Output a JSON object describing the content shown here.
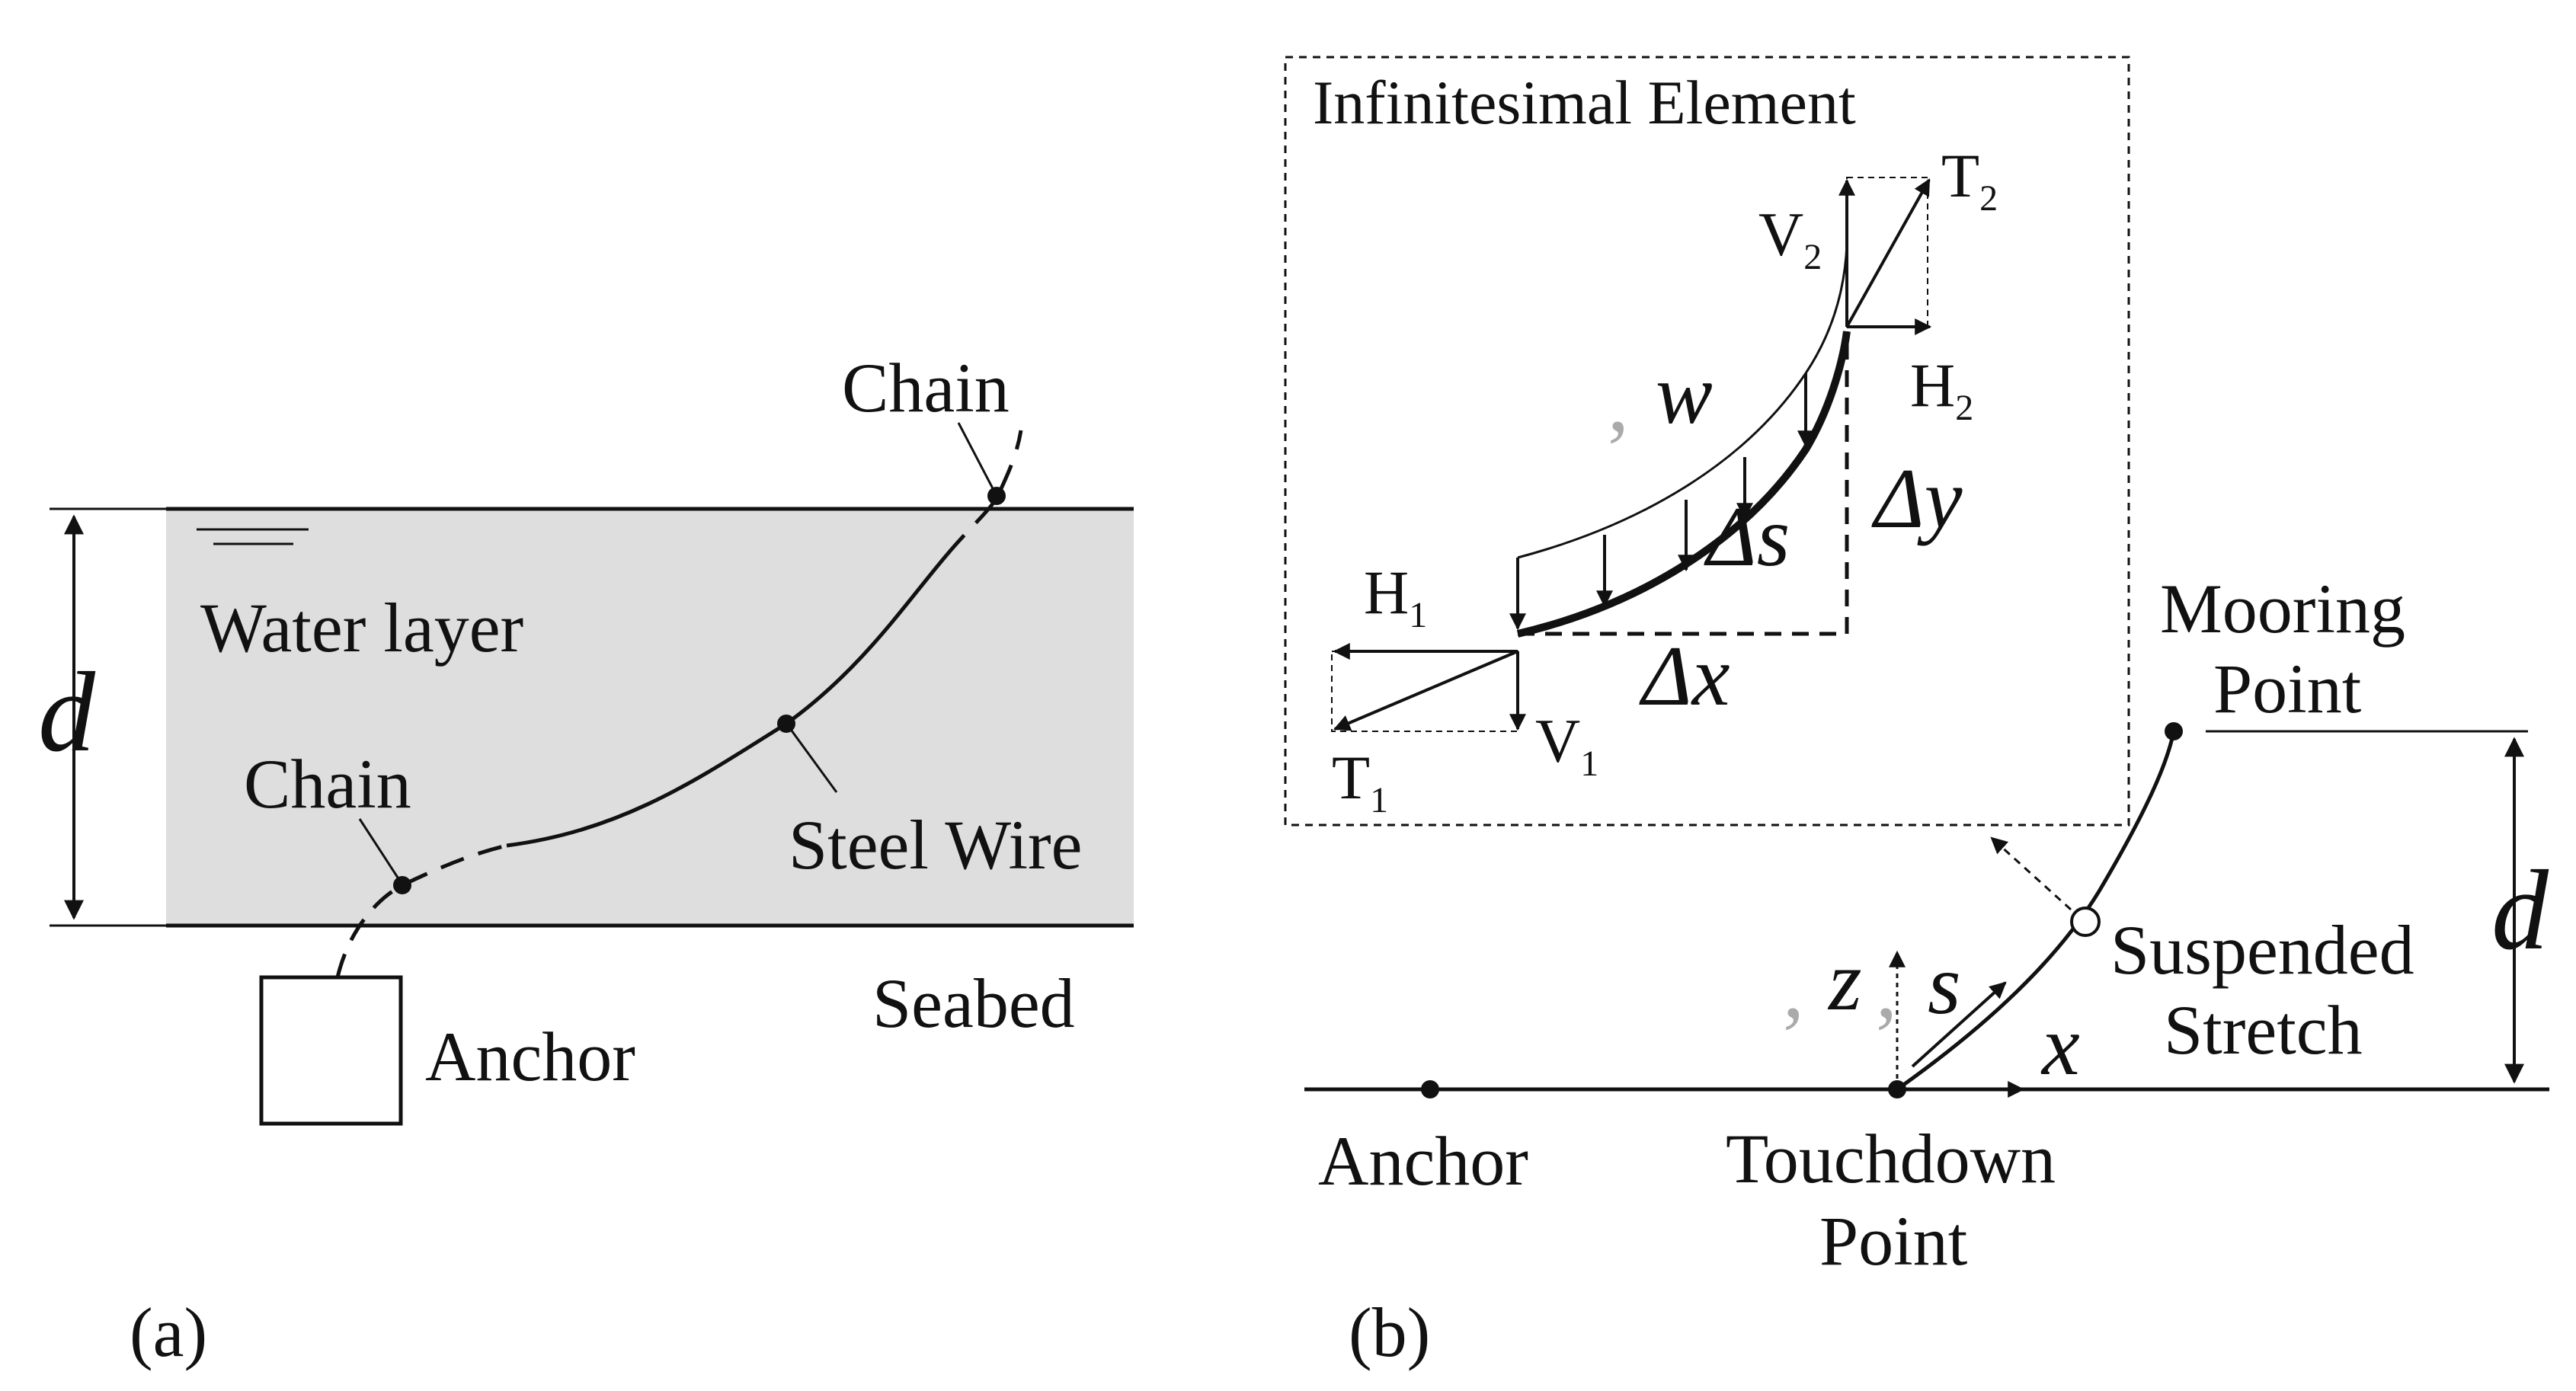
{
  "panel_a": {
    "caption": "(a)",
    "labels": {
      "chain_top": "Chain",
      "water_layer": "Water layer",
      "chain_bottom": "Chain",
      "steel_wire": "Steel Wire",
      "seabed": "Seabed",
      "anchor": "Anchor",
      "depth": "d"
    }
  },
  "panel_b": {
    "caption": "(b)",
    "inset_title": "Infinitesimal Element",
    "labels": {
      "T": "T",
      "T1_sub": "1",
      "T2_sub": "2",
      "V": "V",
      "V1_sub": "1",
      "V2_sub": "2",
      "H": "H",
      "H1_sub": "1",
      "H2_sub": "2",
      "w": "w",
      "ds": "Δs",
      "dx": "Δx",
      "dy": "Δy",
      "mooring_point_line1": "Mooring",
      "mooring_point_line2": "Point",
      "depth": "d",
      "suspended_line1": "Suspended",
      "suspended_line2": "Stretch",
      "z": "z",
      "s": "s",
      "x": "x",
      "comma": ",",
      "anchor": "Anchor",
      "touchdown_line1": "Touchdown",
      "touchdown_line2": "Point"
    }
  },
  "colors": {
    "water": "#dedede",
    "line": "#111111",
    "faint": "#aaaaaa"
  }
}
